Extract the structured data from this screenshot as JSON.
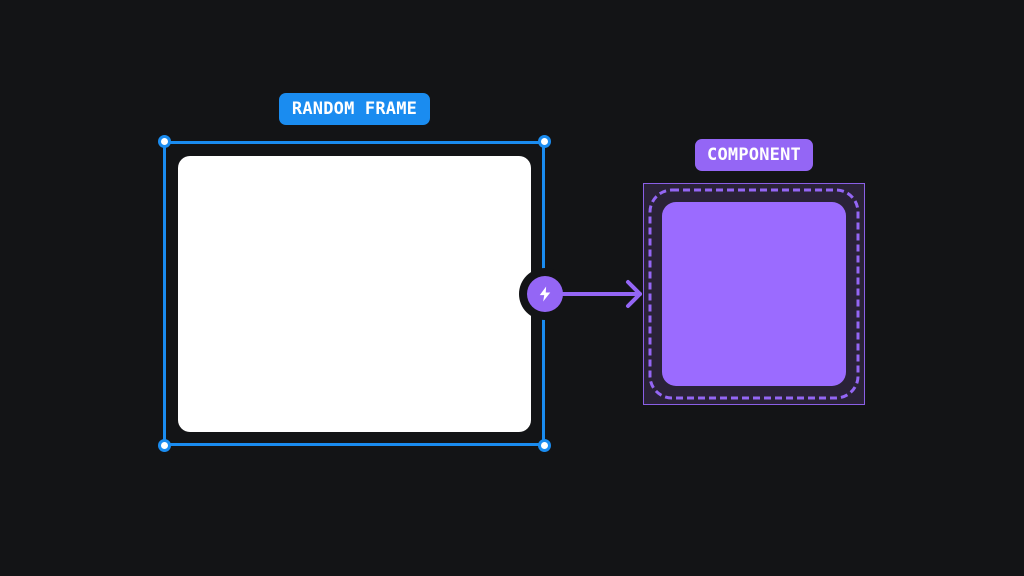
{
  "colors": {
    "background": "#131416",
    "frame_accent": "#1a8cf0",
    "frame_card": "#ffffff",
    "component_accent": "#9466f5",
    "component_fill": "#9b6bff",
    "component_box_bg": "#2a2238"
  },
  "frame": {
    "label": "RANDOM FRAME",
    "handles": [
      "top-left",
      "top-right",
      "bottom-left",
      "bottom-right"
    ]
  },
  "connector": {
    "icon": "lightning-bolt-icon",
    "arrow": "arrow-right-icon"
  },
  "component": {
    "label": "COMPONENT"
  }
}
